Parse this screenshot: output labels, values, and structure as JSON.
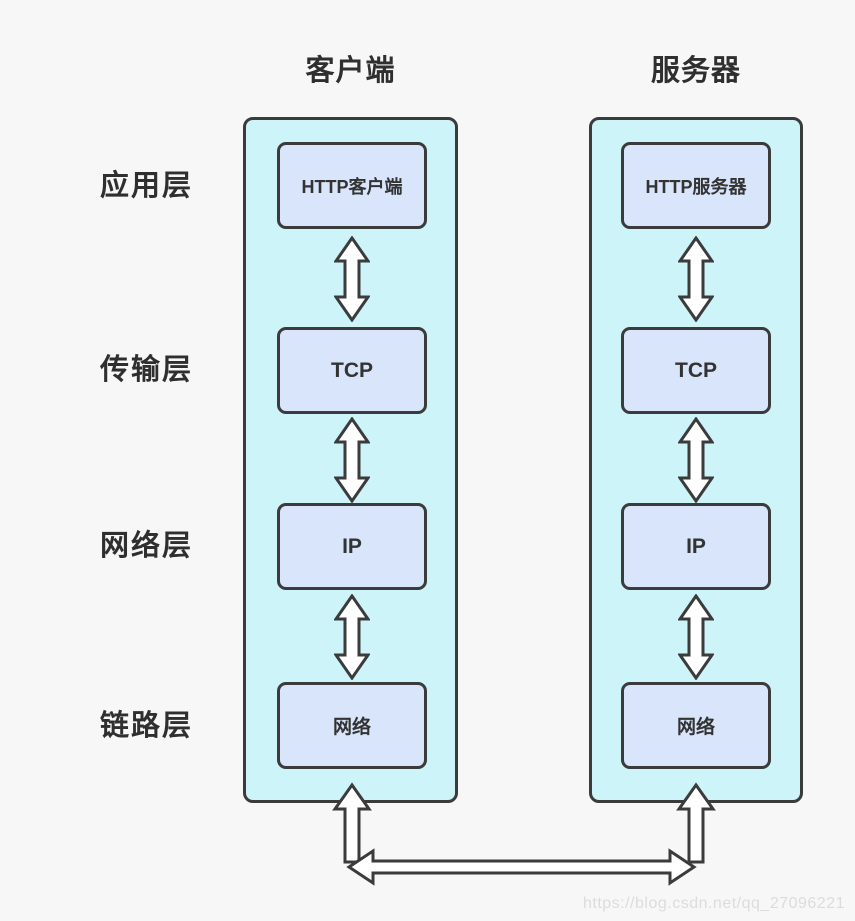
{
  "diagram": {
    "columns": [
      {
        "id": "client",
        "header": "客户端",
        "layers": [
          "HTTP客户端",
          "TCP",
          "IP",
          "网络"
        ]
      },
      {
        "id": "server",
        "header": "服务器",
        "layers": [
          "HTTP服务器",
          "TCP",
          "IP",
          "网络"
        ]
      }
    ],
    "row_labels": [
      "应用层",
      "传输层",
      "网络层",
      "链路层"
    ],
    "watermark": "https://blog.csdn.net/qq_27096221",
    "colors": {
      "background": "#f7f7f7",
      "container_fill": "#cdf4f9",
      "box_fill": "#d8e5fa",
      "border": "#3b3b3b",
      "arrow_fill": "#ffffff",
      "text": "#2f2f2f",
      "watermark": "#dcdcdc"
    }
  }
}
